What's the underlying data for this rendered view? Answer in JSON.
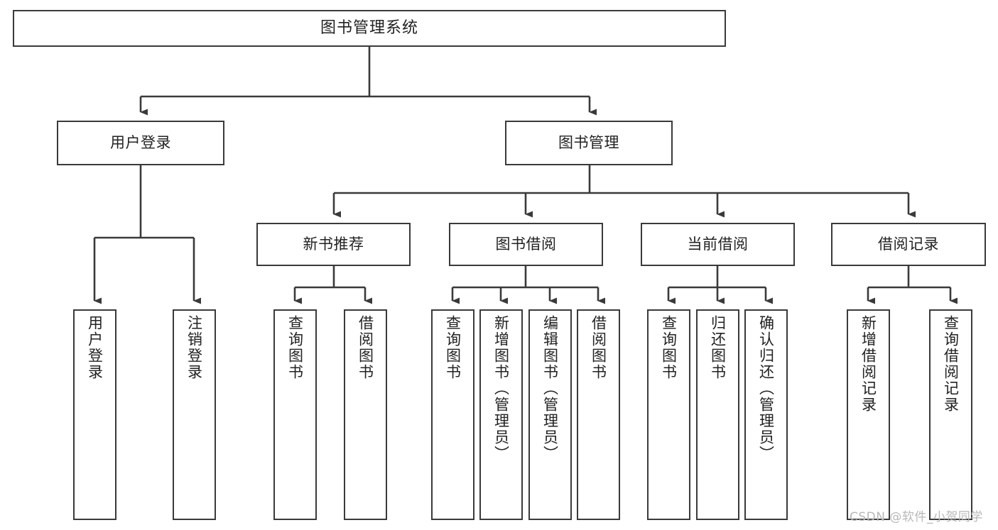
{
  "diagram": {
    "title": "图书管理系统",
    "type": "functional-structure-tree",
    "root": {
      "id": "root",
      "label": "图书管理系统"
    },
    "level2": [
      {
        "id": "login",
        "label": "用户登录"
      },
      {
        "id": "bookmgmt",
        "label": "图书管理"
      }
    ],
    "level3": [
      {
        "id": "newbook",
        "label": "新书推荐",
        "parent": "bookmgmt"
      },
      {
        "id": "borrow",
        "label": "图书借阅",
        "parent": "bookmgmt"
      },
      {
        "id": "current",
        "label": "当前借阅",
        "parent": "bookmgmt"
      },
      {
        "id": "records",
        "label": "借阅记录",
        "parent": "bookmgmt"
      }
    ],
    "leaves": [
      {
        "id": "leaf-user-login",
        "label": "用户登录",
        "parent": "login"
      },
      {
        "id": "leaf-user-logout",
        "label": "注销登录",
        "parent": "login"
      },
      {
        "id": "leaf-new-query",
        "label": "查询图书",
        "parent": "newbook"
      },
      {
        "id": "leaf-new-borrow",
        "label": "借阅图书",
        "parent": "newbook"
      },
      {
        "id": "leaf-borrow-query",
        "label": "查询图书",
        "parent": "borrow"
      },
      {
        "id": "leaf-borrow-add",
        "label": "新增图书（管理员）",
        "parent": "borrow"
      },
      {
        "id": "leaf-borrow-edit",
        "label": "编辑图书（管理员）",
        "parent": "borrow"
      },
      {
        "id": "leaf-borrow-lend",
        "label": "借阅图书",
        "parent": "borrow"
      },
      {
        "id": "leaf-cur-query",
        "label": "查询图书",
        "parent": "current"
      },
      {
        "id": "leaf-cur-return",
        "label": "归还图书",
        "parent": "current"
      },
      {
        "id": "leaf-cur-confirm",
        "label": "确认归还（管理员）",
        "parent": "current"
      },
      {
        "id": "leaf-rec-add",
        "label": "新增借阅记录",
        "parent": "records"
      },
      {
        "id": "leaf-rec-query",
        "label": "查询借阅记录",
        "parent": "records"
      }
    ]
  },
  "watermark": {
    "text": "CSDN @软件_小贺同学"
  },
  "colors": {
    "stroke": "#3a3a3a",
    "box_fill": "#ffffff",
    "text": "#222222",
    "watermark": "#b8b8b8",
    "background": "#ffffff"
  }
}
